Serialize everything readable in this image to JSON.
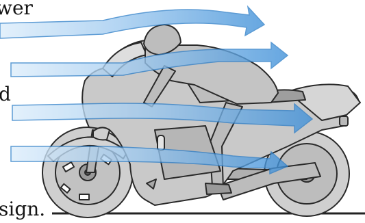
{
  "text_fragments": {
    "top": "wer",
    "middle": "d",
    "bottom": "sign."
  },
  "colors": {
    "airflow_light": "#dcedfb",
    "airflow_dark": "#3d8fd8",
    "bike_fill": "#c9c9c9",
    "outline": "#2a2a2a",
    "ground": "#222222"
  },
  "icons": [
    "airflow-arrow",
    "motorcycle-with-rider"
  ]
}
